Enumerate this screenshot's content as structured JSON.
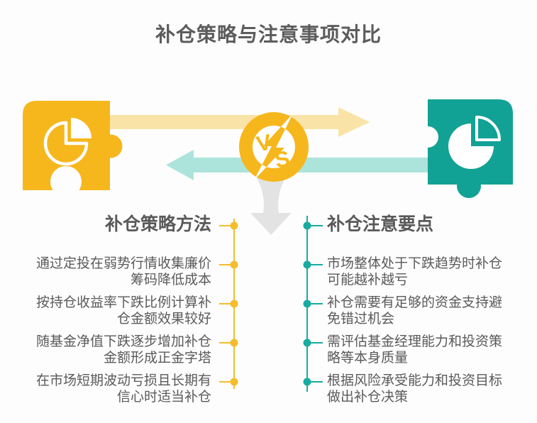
{
  "title": "补仓策略与注意事项对比",
  "vs_badge": {
    "v": "V",
    "s": "S"
  },
  "left_column": {
    "heading": "补仓策略方法",
    "items": [
      "通过定投在弱势行情收集廉价\n筹码降低成本",
      "按持仓收益率下跌比例计算补\n仓金额效果较好",
      "随基金净值下跌逐步增加补仓\n金额形成正金字塔",
      "在市场短期波动亏损且长期有\n信心时适当补仓"
    ]
  },
  "right_column": {
    "heading": "补仓注意要点",
    "items": [
      "市场整体处于下跌趋势时补仓\n可能越补越亏",
      "补仓需要有足够的资金支持避\n免错过机会",
      "需评估基金经理能力和投资策\n略等本身质量",
      "根据风险承受能力和投资目标\n做出补仓决策"
    ]
  },
  "colors": {
    "yellow": "#F6B71D",
    "yellow_light": "#FAE3A6",
    "yellow_line": "#F5BD2C",
    "teal": "#12A295",
    "teal_light": "#ACE4DC",
    "teal_line": "#18ACA0",
    "gray_arrow": "#E3E3E3",
    "background": "#FDFDFD",
    "text": "#5a5a5a"
  }
}
